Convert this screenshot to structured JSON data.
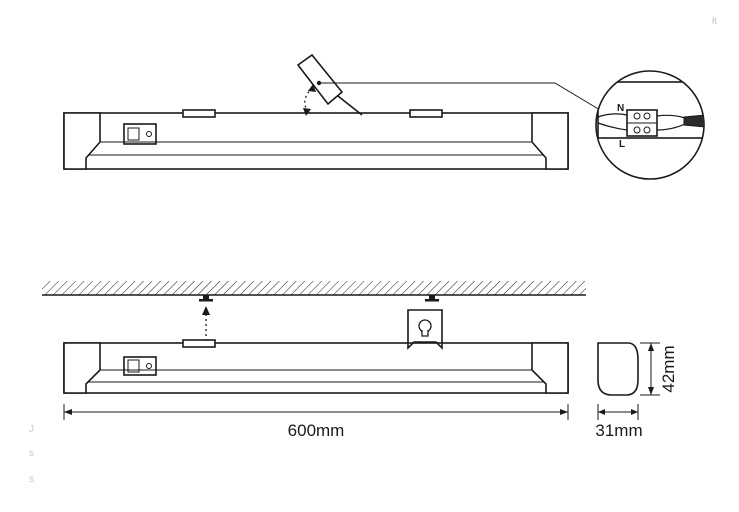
{
  "labels": {
    "terminal_n": "N",
    "terminal_l": "L",
    "length": "600mm",
    "height": "42mm",
    "depth": "31mm"
  },
  "faint_marks": {
    "top_right": "łt",
    "left_1": "J",
    "left_2": "s",
    "left_3": "s"
  }
}
